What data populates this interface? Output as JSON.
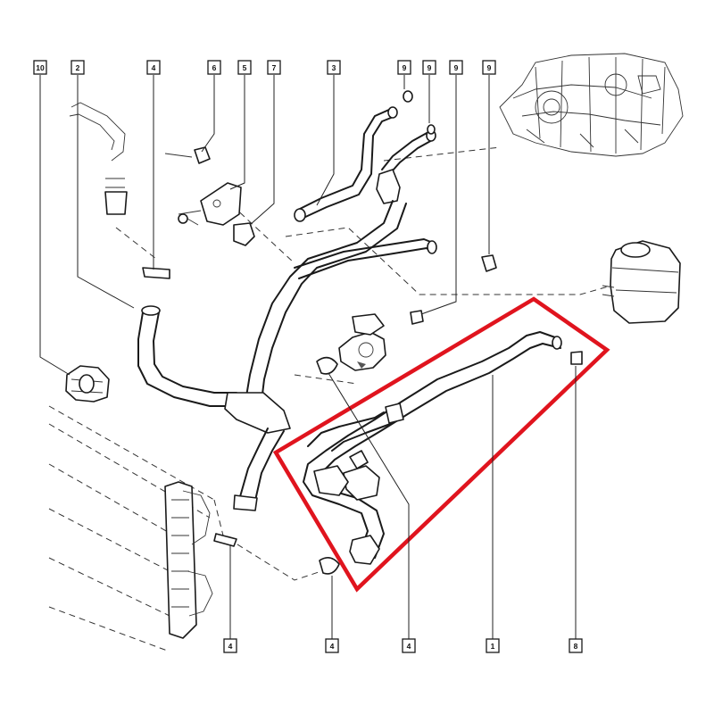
{
  "callouts": [
    {
      "id": "c10",
      "text": "10"
    },
    {
      "id": "c2",
      "text": "2"
    },
    {
      "id": "c4a",
      "text": "4"
    },
    {
      "id": "c6",
      "text": "6"
    },
    {
      "id": "c5",
      "text": "5"
    },
    {
      "id": "c7",
      "text": "7"
    },
    {
      "id": "c3",
      "text": "3"
    },
    {
      "id": "c9a",
      "text": "9"
    },
    {
      "id": "c9b",
      "text": "9"
    },
    {
      "id": "c9c",
      "text": "9"
    },
    {
      "id": "c9d",
      "text": "9"
    },
    {
      "id": "c4b",
      "text": "4"
    },
    {
      "id": "c4c",
      "text": "4"
    },
    {
      "id": "c4d",
      "text": "4"
    },
    {
      "id": "c1",
      "text": "1"
    },
    {
      "id": "c8",
      "text": "8"
    }
  ],
  "highlight_color": "#e0141e"
}
